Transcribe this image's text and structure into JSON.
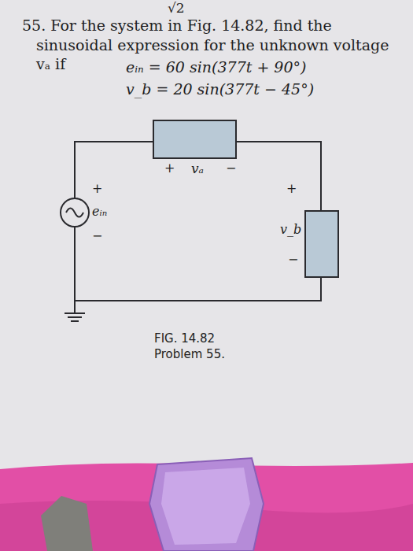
{
  "diagram": {
    "title": "55. For the system in Fig. 14.82, find the sinusoidal expression for the unknown voltage vₐ if",
    "caption": "FIG. 14.82 Problem 55.",
    "labels": [
      "√2",
      "eᵢₙ = 60 sin(377t + 90°)",
      "v_b = 20 sin(377t − 45°)",
      "+",
      "vₐ",
      "−",
      "+",
      "eᵢₙ",
      "−",
      "+",
      "v_b",
      "−"
    ]
  }
}
